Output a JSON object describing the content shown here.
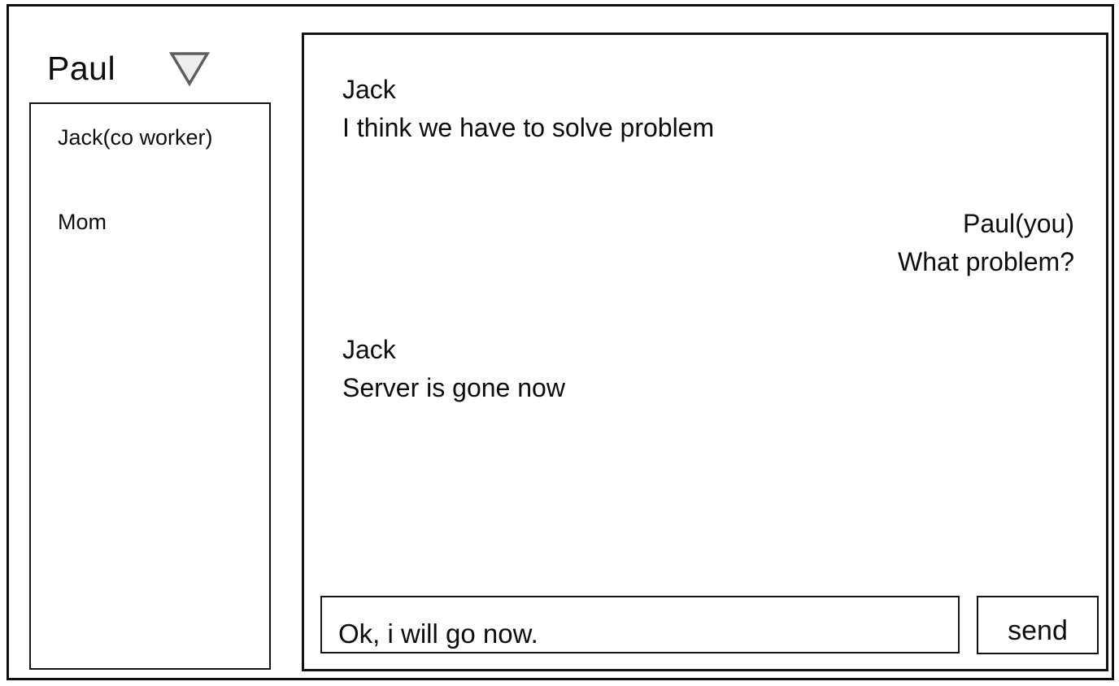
{
  "header": {
    "user_name": "Paul",
    "dropdown_icon": "triangle-down"
  },
  "contacts": {
    "items": [
      {
        "label": "Jack(co worker)"
      },
      {
        "label": "Mom"
      }
    ]
  },
  "chat": {
    "messages": [
      {
        "sender": "Jack",
        "text": "I think we have to solve problem",
        "align": "left"
      },
      {
        "sender": "Paul(you)",
        "text": "What problem?",
        "align": "right"
      },
      {
        "sender": "Jack",
        "text": "Server is gone now",
        "align": "left"
      }
    ],
    "composer": {
      "input_value": "Ok, i will go now.",
      "send_label": "send"
    }
  },
  "colors": {
    "background": "#ffffff",
    "border": "#0d0d0d",
    "text": "#0d0d0d",
    "triangle_fill": "#ededed",
    "triangle_stroke": "#5e5e5e"
  }
}
